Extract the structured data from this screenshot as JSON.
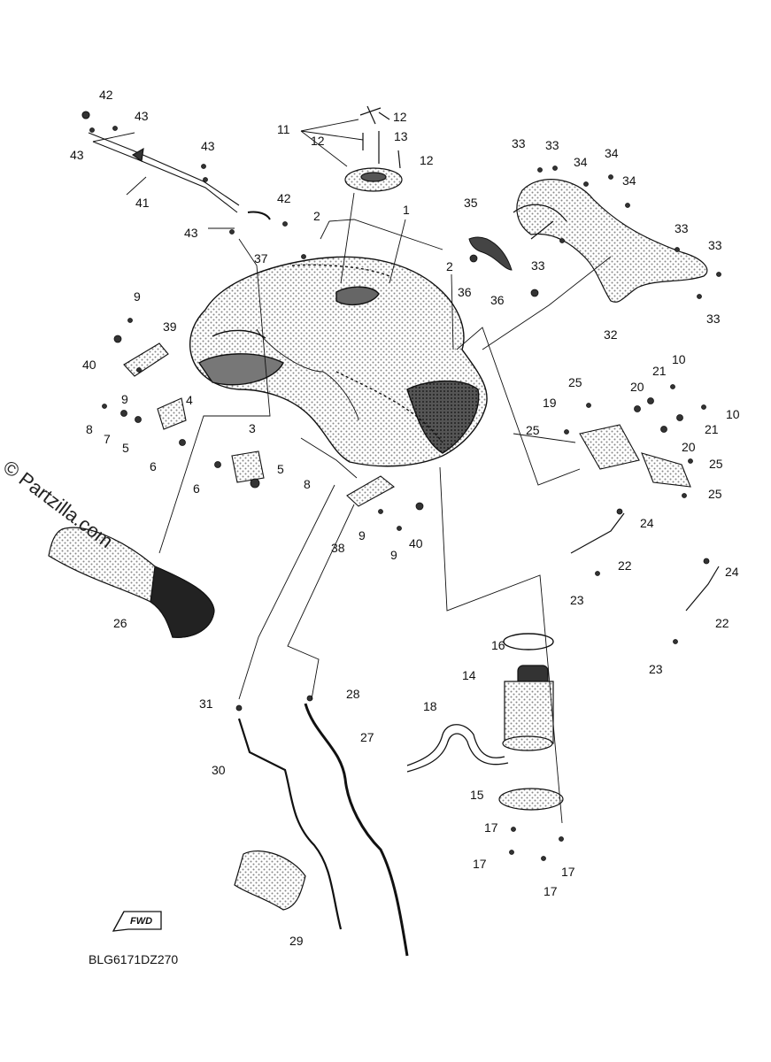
{
  "diagram": {
    "code": "BLG6171DZ270",
    "watermark": "© Partzilla.com",
    "fwd_label": "FWD"
  },
  "callouts": {
    "c1": "1",
    "c2a": "2",
    "c2b": "2",
    "c3": "3",
    "c4": "4",
    "c5a": "5",
    "c5b": "5",
    "c6a": "6",
    "c6b": "6",
    "c7": "7",
    "c8a": "8",
    "c8b": "8",
    "c9a": "9",
    "c9b": "9",
    "c9c": "9",
    "c9d": "9",
    "c10a": "10",
    "c10b": "10",
    "c11": "11",
    "c12a": "12",
    "c12b": "12",
    "c12c": "12",
    "c13": "13",
    "c14": "14",
    "c15": "15",
    "c16": "16",
    "c17a": "17",
    "c17b": "17",
    "c17c": "17",
    "c17d": "17",
    "c18": "18",
    "c19": "19",
    "c20a": "20",
    "c20b": "20",
    "c21a": "21",
    "c21b": "21",
    "c22a": "22",
    "c22b": "22",
    "c23a": "23",
    "c23b": "23",
    "c24a": "24",
    "c24b": "24",
    "c25a": "25",
    "c25b": "25",
    "c25c": "25",
    "c25d": "25",
    "c26": "26",
    "c27": "27",
    "c28": "28",
    "c29": "29",
    "c30": "30",
    "c31": "31",
    "c32": "32",
    "c33a": "33",
    "c33b": "33",
    "c33c": "33",
    "c33d": "33",
    "c33e": "33",
    "c33f": "33",
    "c34a": "34",
    "c34b": "34",
    "c34c": "34",
    "c35": "35",
    "c36a": "36",
    "c36b": "36",
    "c37": "37",
    "c38": "38",
    "c39": "39",
    "c40a": "40",
    "c40b": "40",
    "c41": "41",
    "c42a": "42",
    "c42b": "42",
    "c43a": "43",
    "c43b": "43",
    "c43c": "43",
    "c43d": "43"
  }
}
